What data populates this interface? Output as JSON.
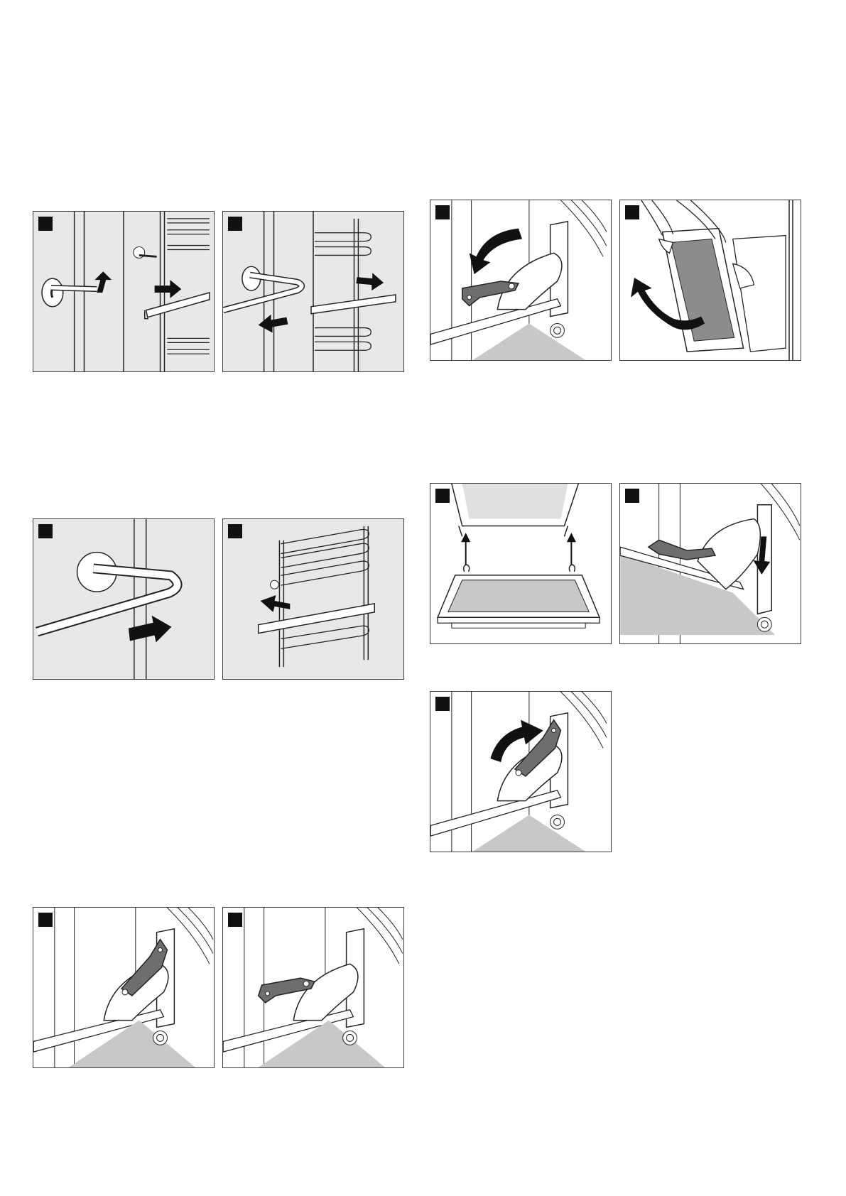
{
  "page": {
    "description_free": true
  },
  "figures": [
    {
      "id": "fig-1",
      "icon": "shelf-support-lift-icon"
    },
    {
      "id": "fig-2",
      "icon": "shelf-support-pull-icon"
    },
    {
      "id": "fig-3",
      "icon": "shelf-support-insert-icon"
    },
    {
      "id": "fig-4",
      "icon": "shelf-support-push-icon"
    },
    {
      "id": "fig-5",
      "icon": "hinge-lever-up-icon"
    },
    {
      "id": "fig-6",
      "icon": "hinge-lever-down-icon"
    },
    {
      "id": "fig-7",
      "icon": "hinge-lever-rotate-icon"
    },
    {
      "id": "fig-8",
      "icon": "door-removal-icon"
    },
    {
      "id": "fig-9",
      "icon": "door-hang-icon"
    },
    {
      "id": "fig-10",
      "icon": "hinge-insert-icon"
    },
    {
      "id": "fig-11",
      "icon": "hinge-lever-close-icon"
    }
  ],
  "colors": {
    "panel_border": "#3a3a3a",
    "panel_fill": "#e8e8e8",
    "lever_fill": "#6e6e6e",
    "floor_fill": "#c8c8c8",
    "arrow_fill": "#111111"
  }
}
